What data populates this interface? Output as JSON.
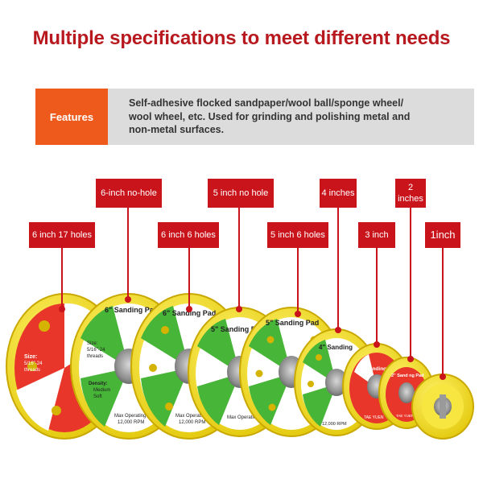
{
  "headline": "Multiple specifications to meet different needs",
  "features": {
    "tag": "Features",
    "lines": [
      "Self-adhesive flocked sandpaper/wool ball/sponge wheel/",
      "wool wheel, etc. Used for grinding and polishing metal and",
      "non-metal surfaces."
    ]
  },
  "labels": [
    {
      "text": "6 inch 17 holes"
    },
    {
      "text": "6-inch no-hole"
    },
    {
      "text": "6 inch 6 holes"
    },
    {
      "text": "5 inch no hole"
    },
    {
      "text": "5 inch 6 holes"
    },
    {
      "text": "4 inches"
    },
    {
      "text": "3 inch"
    },
    {
      "text": "2 inches"
    },
    {
      "text": "1inch"
    }
  ],
  "pad_print": {
    "six_inch": "6\" Sanding Pad",
    "five_inch": "5\" Sanding Pad",
    "four_inch": "4\" Sanding",
    "three_inch": "3\" Sanding Pad",
    "two_inch": "2\" Sand ng Pad",
    "size": "Size:",
    "thread": "5/16\"-24",
    "threads": "threads",
    "density": "Density:",
    "medium": "Medium",
    "soft": "Soft",
    "max_op": "Max Operating",
    "rpm": "12,000 RPM",
    "brand": "TAE YUEN"
  },
  "colors": {
    "accent_red": "#c9141c",
    "features_orange": "#ee5a1c",
    "pad_yellow": "#f4df1e",
    "pad_green": "#47b538",
    "pad_face_red": "#e8372a",
    "hub_metal": "#8e8e8e"
  }
}
